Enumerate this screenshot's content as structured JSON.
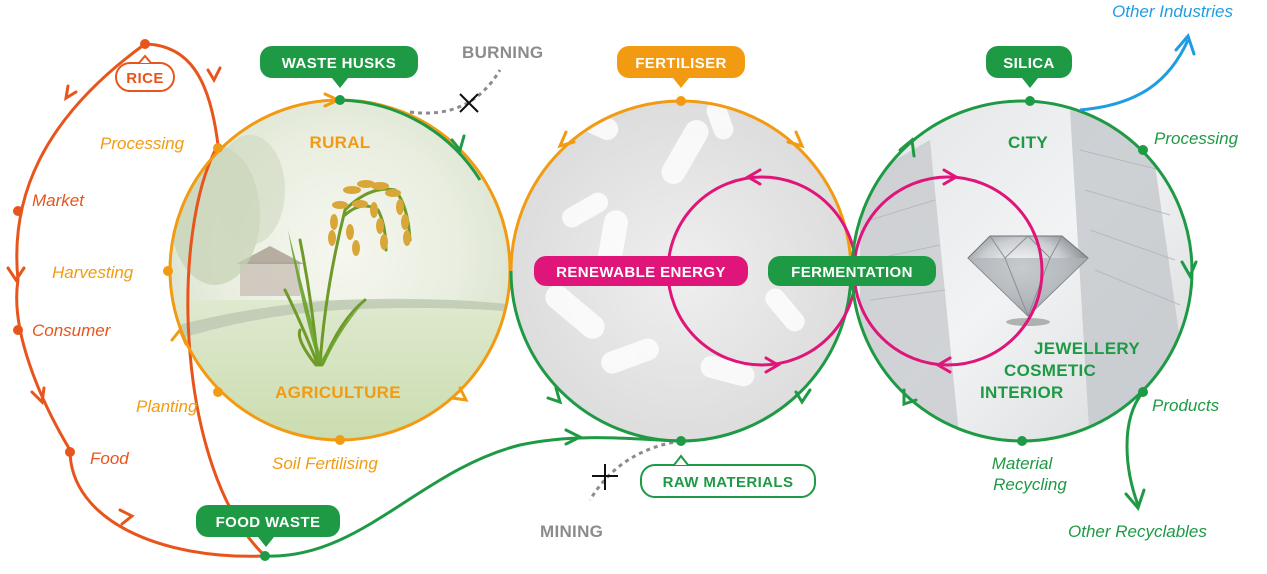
{
  "colors": {
    "orange_red": "#e8551c",
    "orange": "#f29b12",
    "green": "#1e9a45",
    "magenta": "#e0157a",
    "grey": "#8c8c8c",
    "blue": "#1f9de0"
  },
  "left_loop": {
    "rice": "RICE",
    "market": "Market",
    "consumer": "Consumer",
    "food": "Food"
  },
  "rural_circle": {
    "badge": "WASTE HUSKS",
    "title": "RURAL",
    "subtitle": "AGRICULTURE",
    "processing": "Processing",
    "harvesting": "Harvesting",
    "planting": "Planting",
    "soil_fertilising": "Soil Fertilising",
    "burning": "BURNING"
  },
  "middle_circle": {
    "badge": "FERTILISER",
    "renewable_energy": "RENEWABLE ENERGY",
    "fermentation": "FERMENTATION",
    "raw_materials": "RAW MATERIALS",
    "mining": "MINING"
  },
  "city_circle": {
    "badge": "SILICA",
    "title": "CITY",
    "products_text": [
      "JEWELLERY",
      "COSMETIC",
      "INTERIOR"
    ],
    "processing": "Processing",
    "products": "Products",
    "material_recycling": [
      "Material",
      "Recycling"
    ],
    "other_industries": "Other Industries",
    "other_recyclables": "Other Recyclables"
  },
  "food_waste": "FOOD WASTE"
}
